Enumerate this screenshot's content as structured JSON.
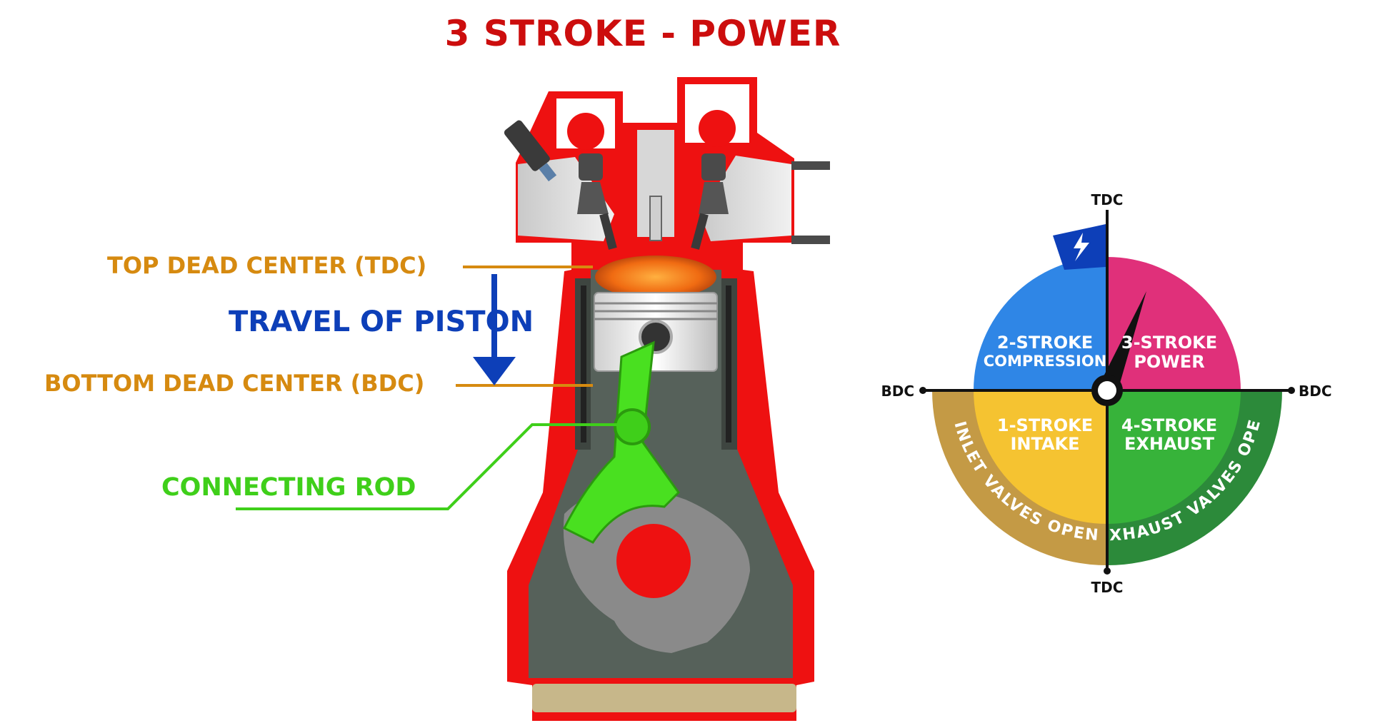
{
  "title": "3 STROKE - POWER",
  "colors": {
    "title": "#cc0d0d",
    "dead_center": "#d68a10",
    "travel": "#0d3fb8",
    "rod": "#3fcf1a",
    "engine_red": "#ee1111",
    "dial_blue": "#2f86e6",
    "dial_pink": "#e0307a",
    "dial_yellow": "#f5c331",
    "dial_green": "#37b33a",
    "band_tan": "#c49a45",
    "band_green": "#2c8a3a"
  },
  "engine_labels": {
    "top_dead_center": "TOP DEAD CENTER (TDC)",
    "travel_of_piston": "TRAVEL OF PISTON",
    "bottom_dead_center": "BOTTOM DEAD CENTER (BDC)",
    "connecting_rod": "CONNECTING ROD"
  },
  "dial": {
    "tdc_top": "TDC",
    "tdc_bottom": "TDC",
    "bdc_left": "BDC",
    "bdc_right": "BDC",
    "q1": [
      "2-STROKE",
      "COMPRESSION"
    ],
    "q2": [
      "3-STROKE",
      "POWER"
    ],
    "q3": [
      "1-STROKE",
      "INTAKE"
    ],
    "q4": [
      "4-STROKE",
      "EXHAUST"
    ],
    "band_left": "INLET VALVES OPEN",
    "band_right": "EXHAUST VALVES OPEN",
    "spark_icon": "lightning-bolt-icon",
    "active_stroke": "3-STROKE POWER"
  }
}
